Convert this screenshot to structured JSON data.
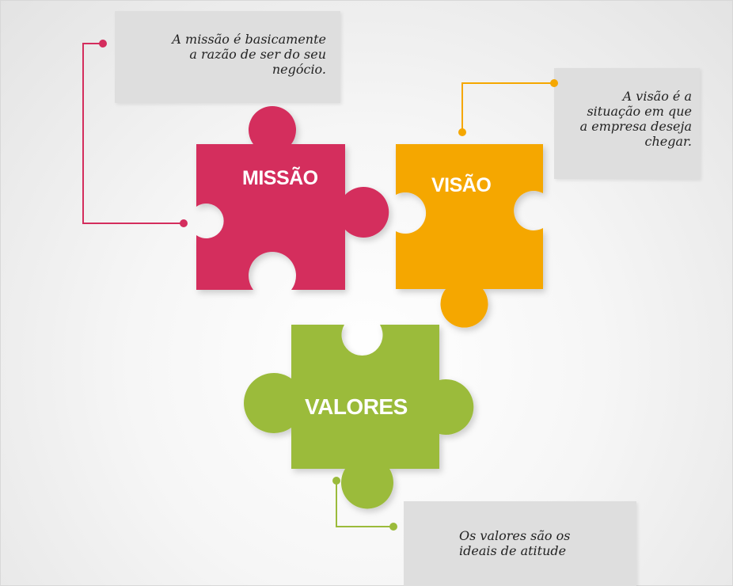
{
  "pieces": {
    "missao": {
      "label": "MISSÃO",
      "color": "#d42d5d"
    },
    "visao": {
      "label": "VISÃO",
      "color": "#f5a700"
    },
    "valores": {
      "label": "VALORES",
      "color": "#9bbb3b"
    }
  },
  "callouts": {
    "missao": "A missão é basicamente\na razão de ser do seu\nnegócio.",
    "visao": "A visão é a\nsituação em que\na empresa deseja\nchegar.",
    "valores": "Os valores são os\nideais de atitude"
  }
}
